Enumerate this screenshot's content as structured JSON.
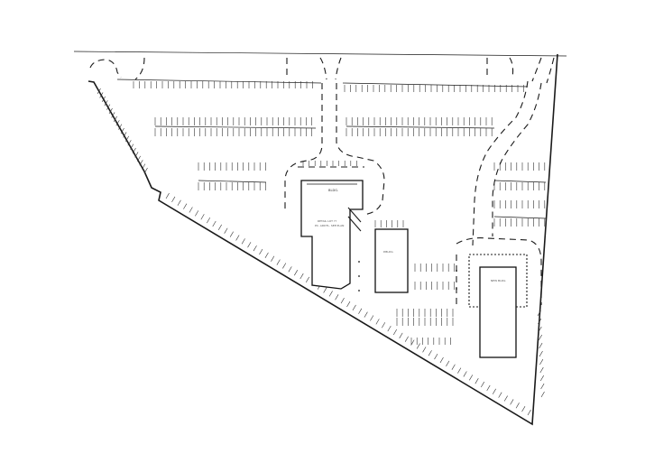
{
  "site_plan": {
    "street_label": "",
    "buildings": {
      "main_label": "BLDG.",
      "main_note_1": "RETAIL LOT   ?? ",
      "main_note_2": "PC. ADDTL. SEE PLAN",
      "small_label": "P.BLDG",
      "east_label": "NEW BLDG"
    },
    "colors": {
      "line": "#1a1a1a",
      "background": "#ffffff"
    }
  }
}
